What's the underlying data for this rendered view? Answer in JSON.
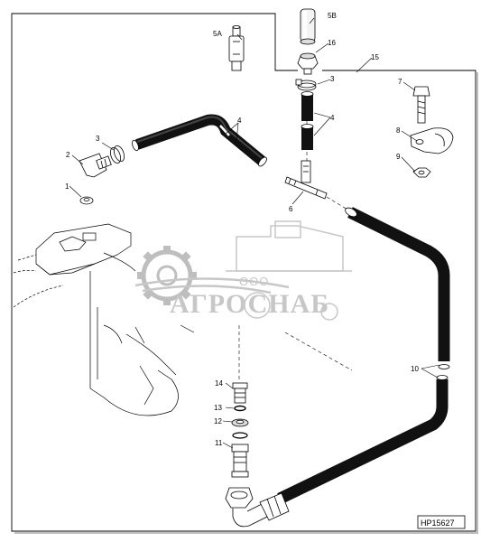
{
  "callouts": {
    "c1": "1",
    "c2": "2",
    "c3a": "3",
    "c3b": "3",
    "c4a": "4",
    "c4b": "4",
    "c5a": "5A",
    "c5b": "5B",
    "c6": "6",
    "c7": "7",
    "c8": "8",
    "c9": "9",
    "c10": "10",
    "c11": "11",
    "c12": "12",
    "c13": "13",
    "c14": "14",
    "c15": "15",
    "c16": "16"
  },
  "figure_id": "HP15627",
  "watermark": {
    "small": "ООО",
    "big": "АГРОСНАБ"
  }
}
